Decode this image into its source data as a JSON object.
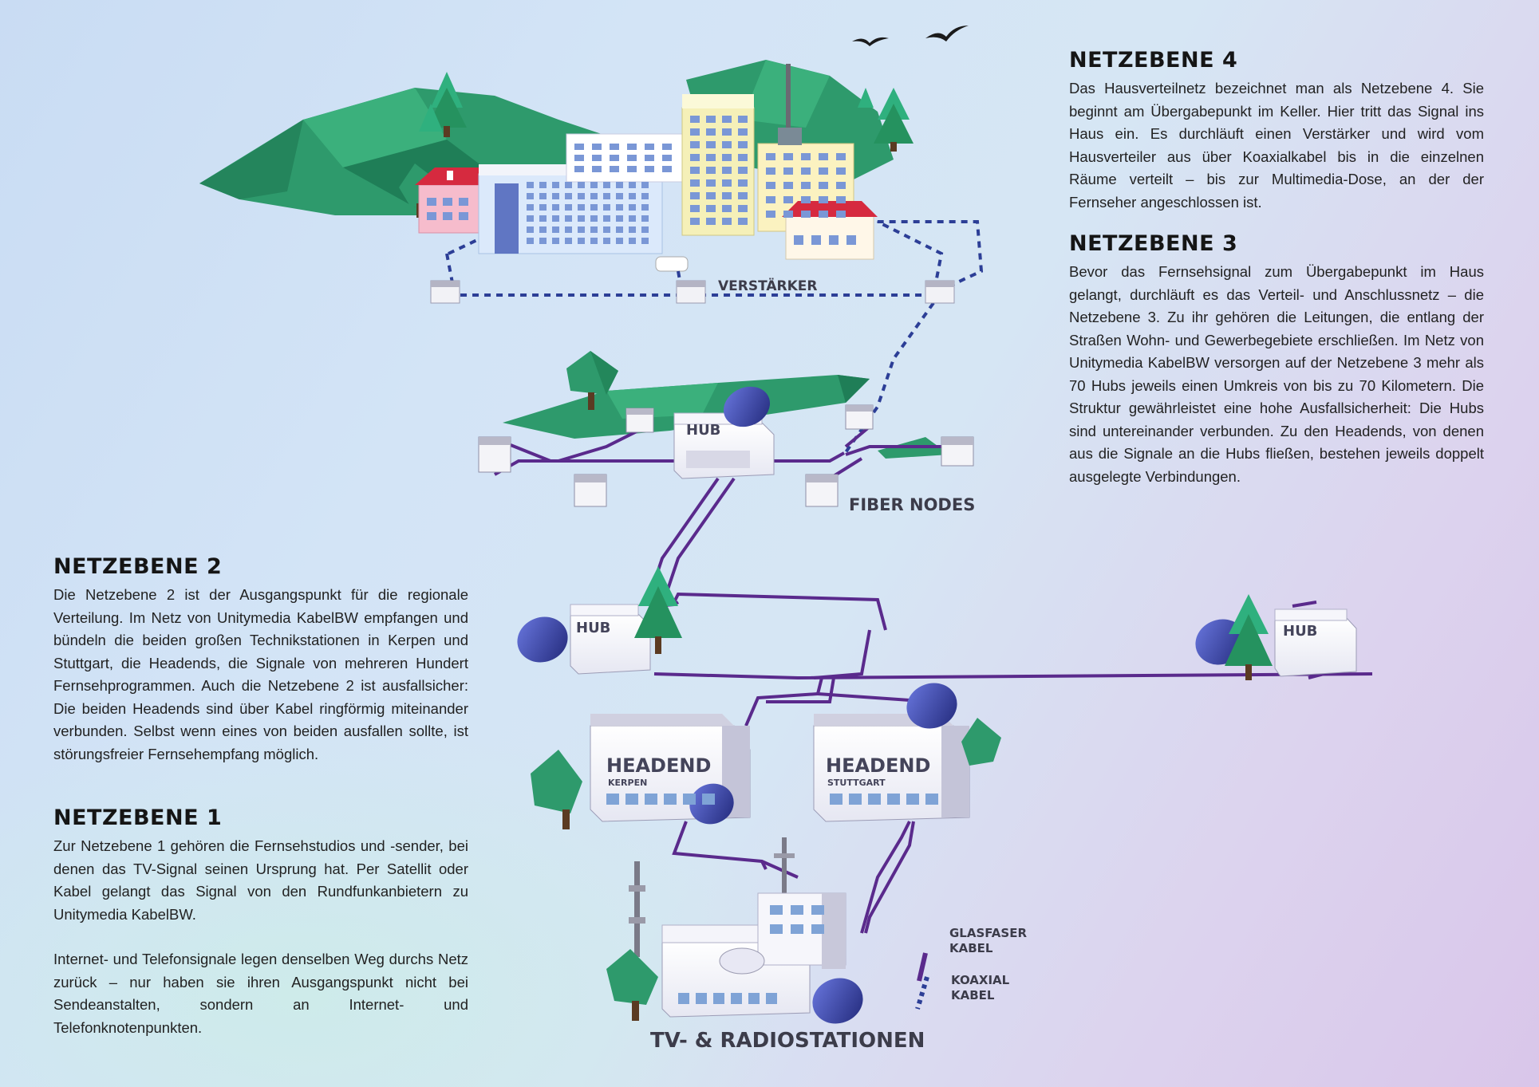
{
  "netzebene4": {
    "title": "NETZEBENE 4",
    "body": "Das Hausverteilnetz bezeichnet man als Netzebene 4. Sie beginnt am Übergabepunkt im Keller. Hier tritt das Signal ins Haus ein. Es durchläuft einen Verstärker und wird vom Hausverteiler aus über Koaxialkabel bis in die einzelnen Räume verteilt – bis zur Multimedia-Dose, an der der Fernseher angeschlossen ist."
  },
  "netzebene3": {
    "title": "NETZEBENE 3",
    "body": "Bevor das Fernsehsignal zum Übergabepunkt im Haus gelangt, durchläuft es das Verteil- und Anschlussnetz – die Netzebene 3. Zu ihr gehören die Leitungen, die entlang der Straßen Wohn- und Gewerbegebiete erschließen. Im Netz von Unitymedia KabelBW versorgen auf der Netzebene 3 mehr als 70 Hubs jeweils einen Umkreis von bis zu 70 Kilometern. Die Struktur gewährleistet eine hohe Ausfallsicherheit: Die Hubs sind untereinander verbunden. Zu den Headends, von denen aus die Signale an die Hubs fließen, bestehen jeweils doppelt ausgelegte Verbindungen."
  },
  "netzebene2": {
    "title": "NETZEBENE 2",
    "body": "Die Netzebene 2 ist der Ausgangspunkt für die regionale Verteilung. Im Netz von Unitymedia KabelBW empfangen und bündeln die beiden großen Technikstationen in Kerpen und Stuttgart, die Headends, die Signale von mehreren Hundert Fernsehprogrammen. Auch die Netzebene 2 ist ausfallsicher: Die beiden Headends sind über Kabel ringförmig miteinander verbunden. Selbst wenn eines von beiden ausfallen sollte, ist störungsfreier Fernsehempfang möglich."
  },
  "netzebene1": {
    "title": "NETZEBENE 1",
    "body": "Zur Netzebene 1 gehören die Fernsehstudios und -sender, bei denen das TV-Signal seinen Ursprung hat. Per Satellit oder Kabel gelangt das Signal von den Rundfunkanbietern zu Unitymedia KabelBW.",
    "body2": "Internet- und Telefonsignale legen denselben Weg durchs Netz zurück – nur haben sie ihren Ausgangspunkt nicht bei Sendeanstalten, sondern an Internet- und Telefonknotenpunkten."
  },
  "labels": {
    "verstaerker": "VERSTÄRKER",
    "hub": "HUB",
    "fiber_nodes": "FIBER NODES",
    "headend": "HEADEND",
    "kerpen": "KERPEN",
    "stuttgart": "STUTTGART",
    "tv_radio": "TV- & RADIOSTATIONEN"
  },
  "legend": {
    "glasfaser": [
      "GLASFASER",
      "KABEL"
    ],
    "koaxial": [
      "KOAXIAL",
      "KABEL"
    ]
  },
  "colors": {
    "fiber": "#5a2a8c",
    "coax": "#2c3e96",
    "hill": "#2e9a6c",
    "hill_dark": "#1f7e57",
    "dish": "#3a44b0"
  }
}
